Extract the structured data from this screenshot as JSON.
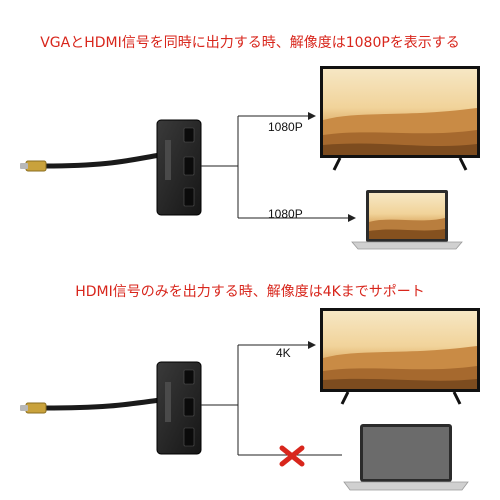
{
  "scenario1": {
    "caption": "VGAとHDMI信号を同時に出力する時、解像度は1080Pを表示する",
    "tv_label": "1080P",
    "laptop_label": "1080P"
  },
  "scenario2": {
    "caption": "HDMI信号のみを出力する時、解像度は4Kまでサポート",
    "tv_label": "4K"
  },
  "colors": {
    "caption": "#d8261c",
    "cross": "#d8261c",
    "device": "#2a2a2a",
    "cable": "#1a1a1a",
    "connector": "#c9a23c"
  }
}
